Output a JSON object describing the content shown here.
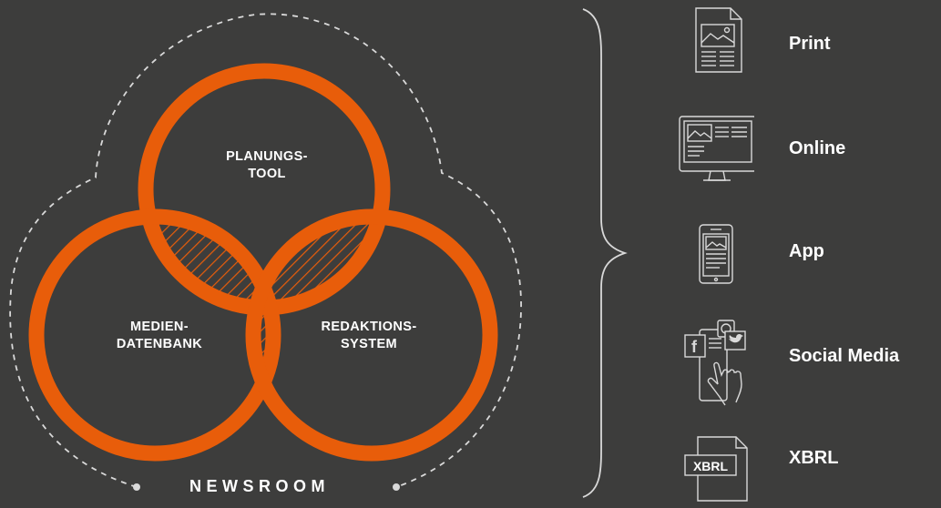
{
  "colors": {
    "background": "#3d3d3c",
    "accent": "#e85d0a",
    "line": "#d9d9d9",
    "text": "#ffffff"
  },
  "venn": {
    "planung": [
      "PLANUNGS-",
      "TOOL"
    ],
    "medien": [
      "MEDIEN-",
      "DATENBANK"
    ],
    "redaktion": [
      "REDAKTIONS-",
      "SYSTEM"
    ],
    "container_label": "NEWSROOM"
  },
  "channels": [
    {
      "label": "Print",
      "icon": "print-document-icon"
    },
    {
      "label": "Online",
      "icon": "desktop-monitor-icon"
    },
    {
      "label": "App",
      "icon": "smartphone-icon"
    },
    {
      "label": "Social Media",
      "icon": "social-media-touch-icon"
    },
    {
      "label": "XBRL",
      "icon": "xbrl-document-icon",
      "icon_text": "XBRL"
    }
  ]
}
